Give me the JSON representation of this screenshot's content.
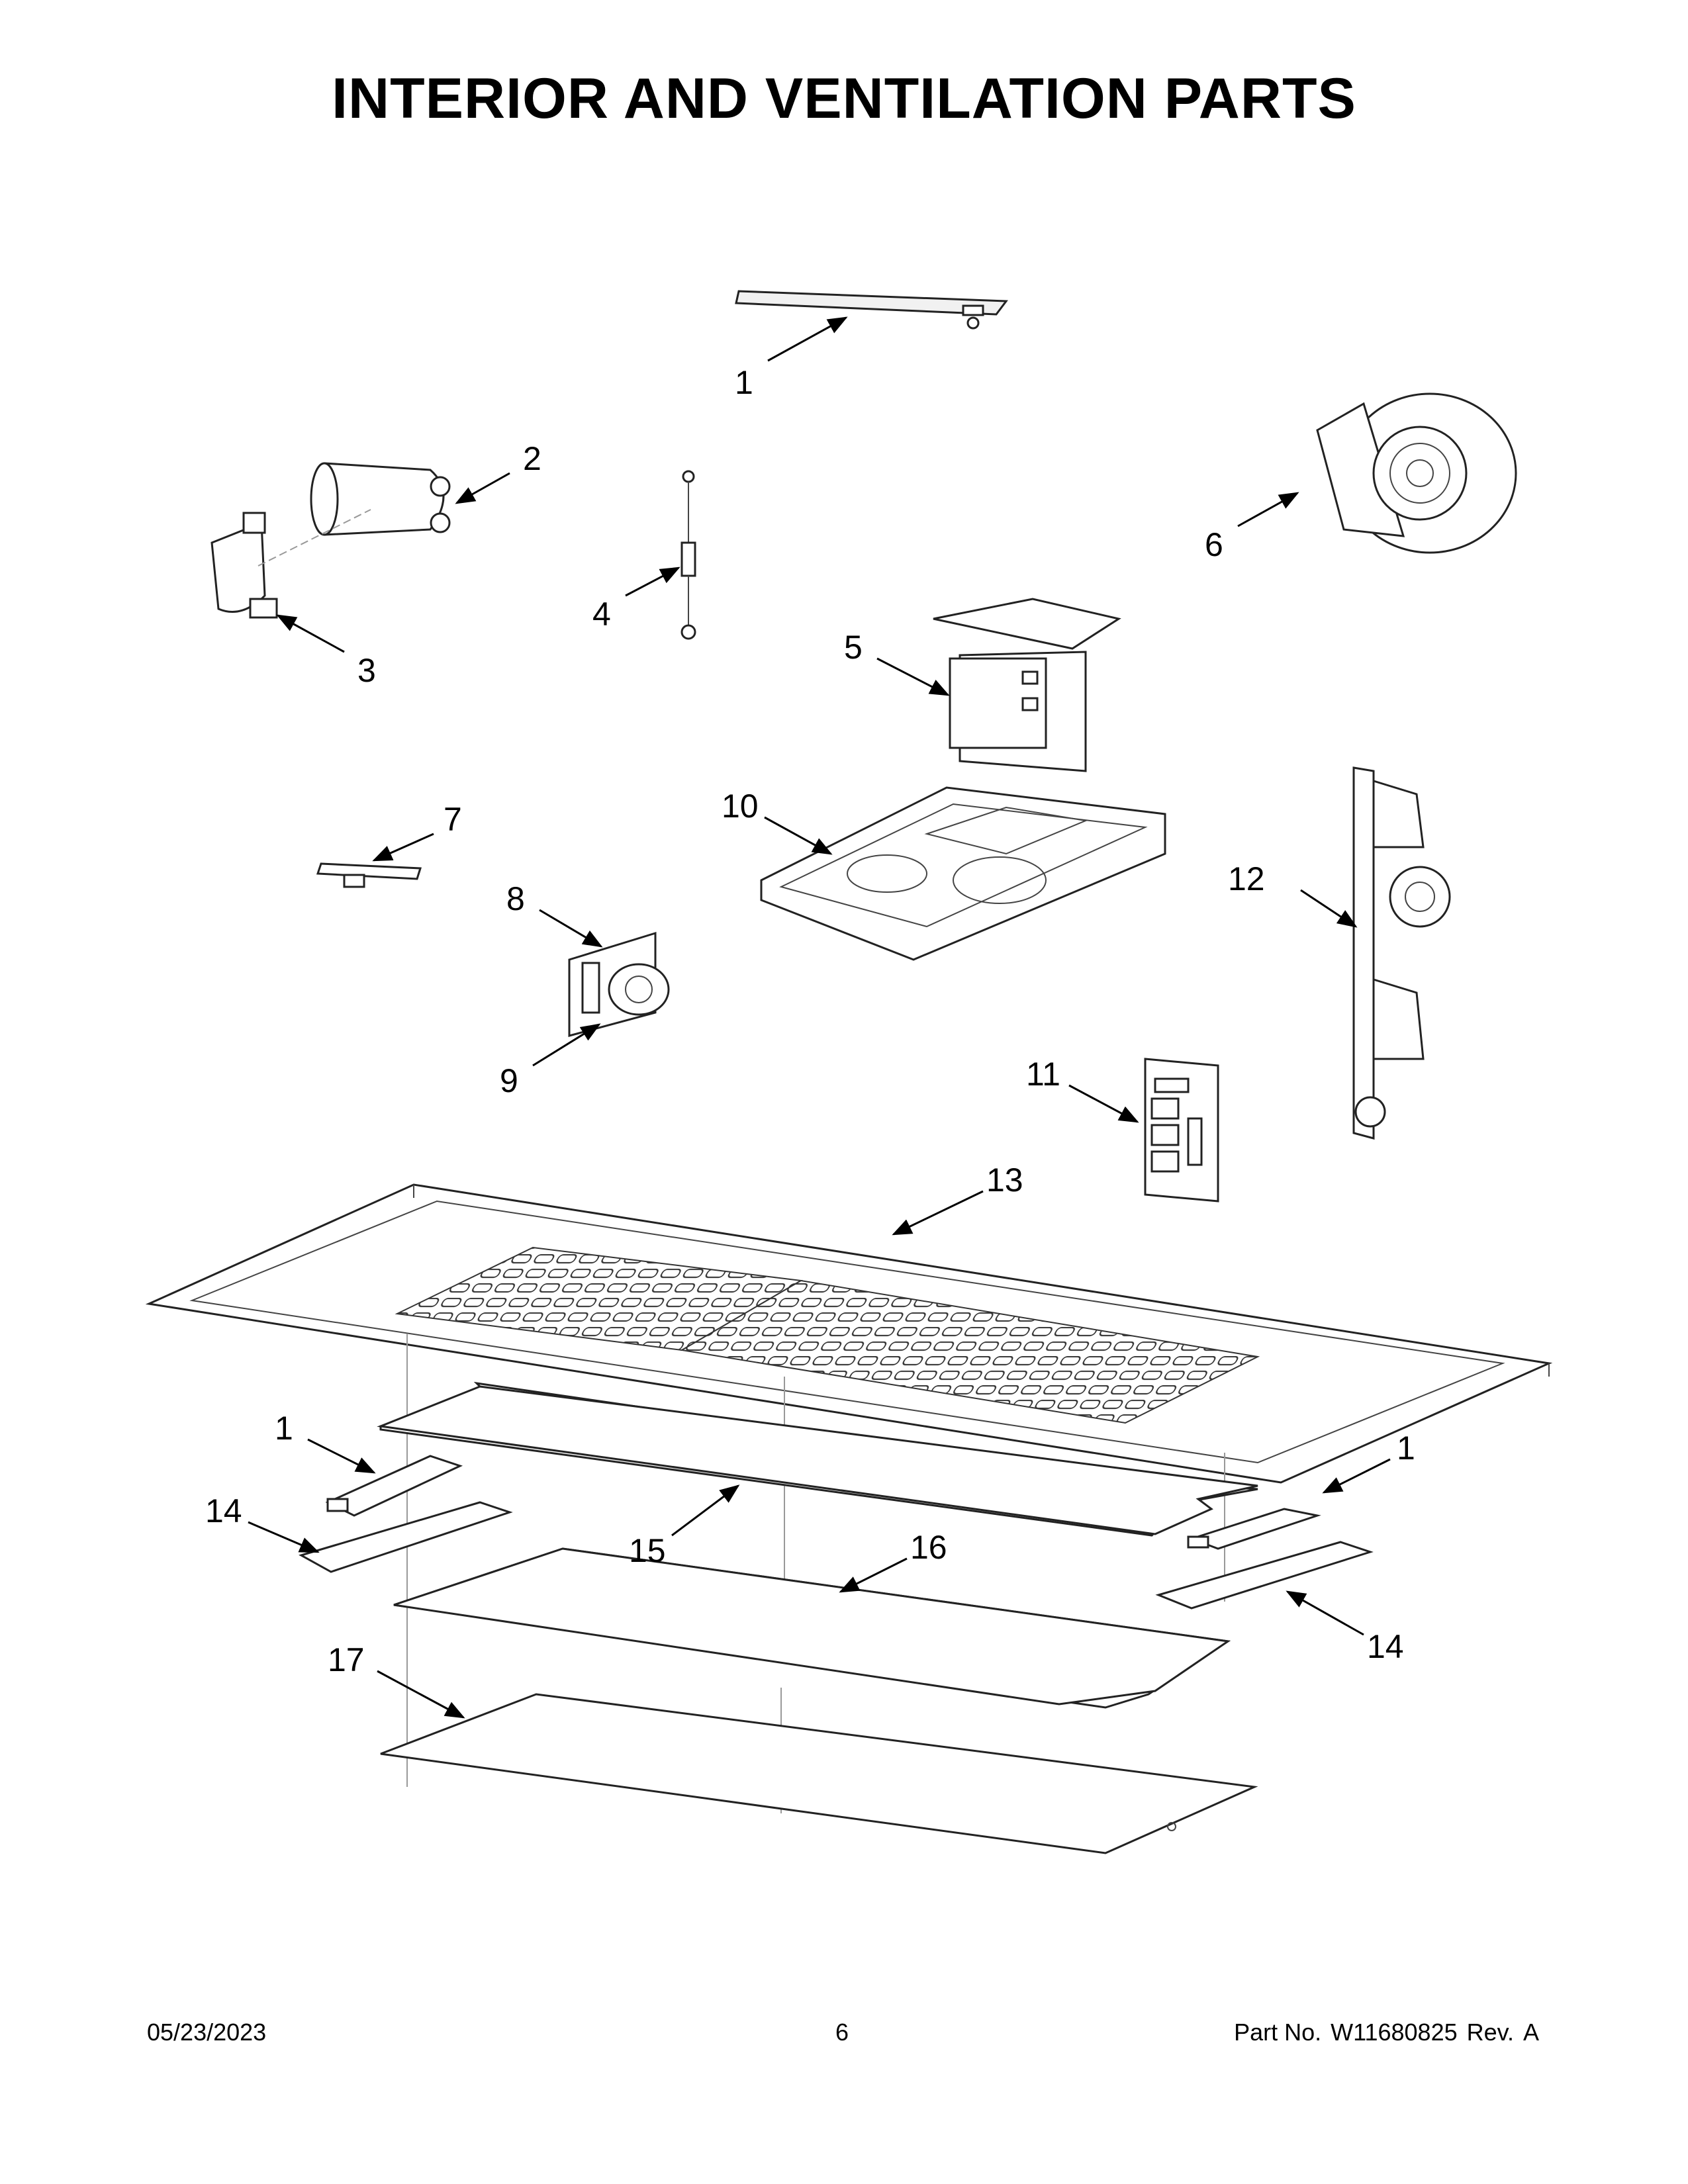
{
  "title": "INTERIOR AND VENTILATION PARTS",
  "callouts": [
    {
      "id": "c1a",
      "label": "1"
    },
    {
      "id": "c2",
      "label": "2"
    },
    {
      "id": "c3",
      "label": "3"
    },
    {
      "id": "c4",
      "label": "4"
    },
    {
      "id": "c5",
      "label": "5"
    },
    {
      "id": "c6",
      "label": "6"
    },
    {
      "id": "c7",
      "label": "7"
    },
    {
      "id": "c8",
      "label": "8"
    },
    {
      "id": "c9",
      "label": "9"
    },
    {
      "id": "c10",
      "label": "10"
    },
    {
      "id": "c11",
      "label": "11"
    },
    {
      "id": "c12",
      "label": "12"
    },
    {
      "id": "c13",
      "label": "13"
    },
    {
      "id": "c1b",
      "label": "1"
    },
    {
      "id": "c14a",
      "label": "14"
    },
    {
      "id": "c15",
      "label": "15"
    },
    {
      "id": "c16",
      "label": "16"
    },
    {
      "id": "c1c",
      "label": "1"
    },
    {
      "id": "c14b",
      "label": "14"
    },
    {
      "id": "c17",
      "label": "17"
    }
  ],
  "footer": {
    "date": "05/23/2023",
    "page": "6",
    "part_label": "Part No.",
    "part_number": "W11680825",
    "rev_label": "Rev.",
    "rev": "A"
  }
}
